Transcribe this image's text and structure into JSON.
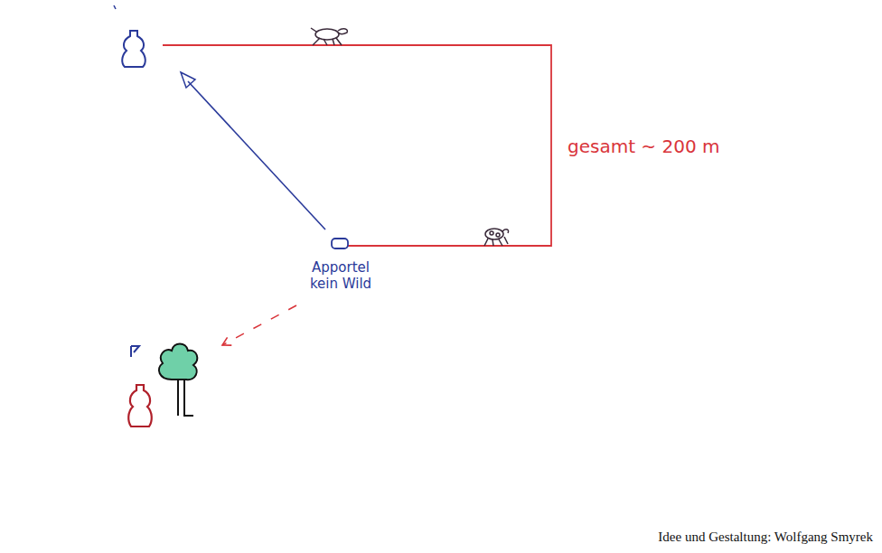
{
  "diagram": {
    "labels": [
      "gesamt ~ 200 m",
      "Apportel kein Wild",
      "Idee und Gestaltung: Wolfgang Smyrek"
    ]
  }
}
